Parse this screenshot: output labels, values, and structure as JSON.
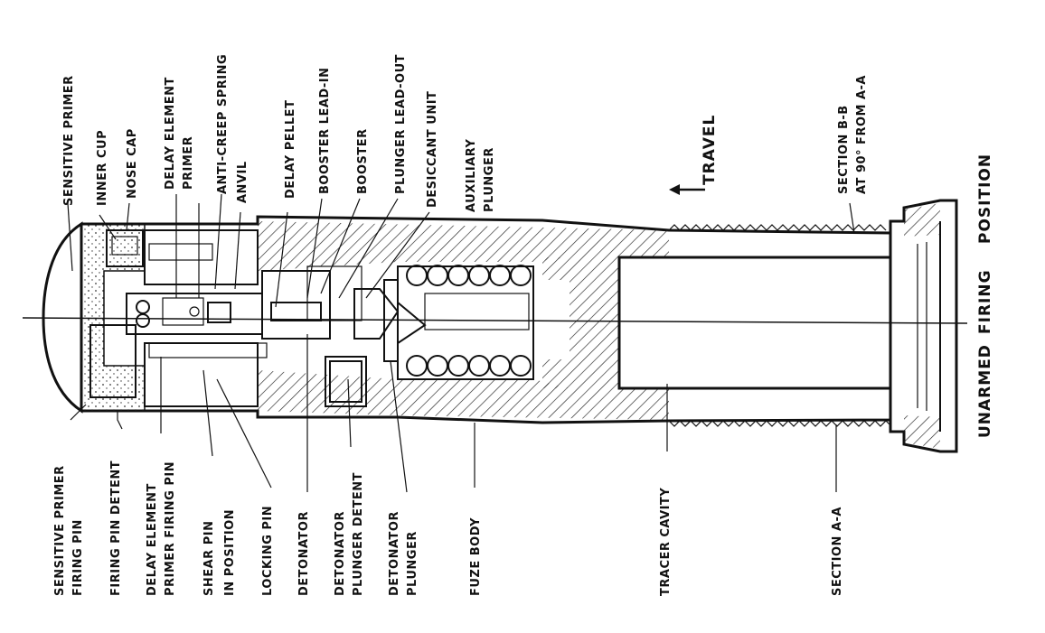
{
  "labels_top": {
    "sensitive_primer": "SENSITIVE PRIMER",
    "inner_cup": "INNER CUP",
    "nose_cap": "NOSE CAP",
    "delay_element_primer_1": "DELAY ELEMENT",
    "delay_element_primer_2": "PRIMER",
    "anti_creep_spring": "ANTI-CREEP SPRING",
    "anvil": "ANVIL",
    "delay_pellet": "DELAY PELLET",
    "booster_lead_in": "BOOSTER LEAD-IN",
    "booster": "BOOSTER",
    "plunger_lead_out": "PLUNGER LEAD-OUT",
    "desiccant_unit": "DESICCANT UNIT",
    "auxiliary_plunger_1": "AUXILIARY",
    "auxiliary_plunger_2": "PLUNGER"
  },
  "labels_bottom": {
    "sensitive_primer_firing_pin_1": "SENSITIVE PRIMER",
    "sensitive_primer_firing_pin_2": "FIRING PIN",
    "firing_pin_detent": "FIRING PIN DETENT",
    "delay_element_primer_firing_pin_1": "DELAY ELEMENT",
    "delay_element_primer_firing_pin_2": "PRIMER FIRING PIN",
    "shear_pin_1": "SHEAR PIN",
    "shear_pin_2": "IN POSITION",
    "locking_pin": "LOCKING PIN",
    "detonator": "DETONATOR",
    "detonator_plunger_detent_1": "DETONATOR",
    "detonator_plunger_detent_2": "PLUNGER DETENT",
    "detonator_plunger_1": "DETONATOR",
    "detonator_plunger_2": "PLUNGER",
    "fuze_body": "FUZE BODY",
    "tracer_cavity": "TRACER CAVITY",
    "section_a_a": "SECTION A-A"
  },
  "travel": "TRAVEL",
  "section_b_b_1": "SECTION B-B",
  "section_b_b_2": "AT 90° FROM A-A",
  "caption_1": "UNARMED",
  "caption_2": "FIRING",
  "caption_3": "POSITION"
}
